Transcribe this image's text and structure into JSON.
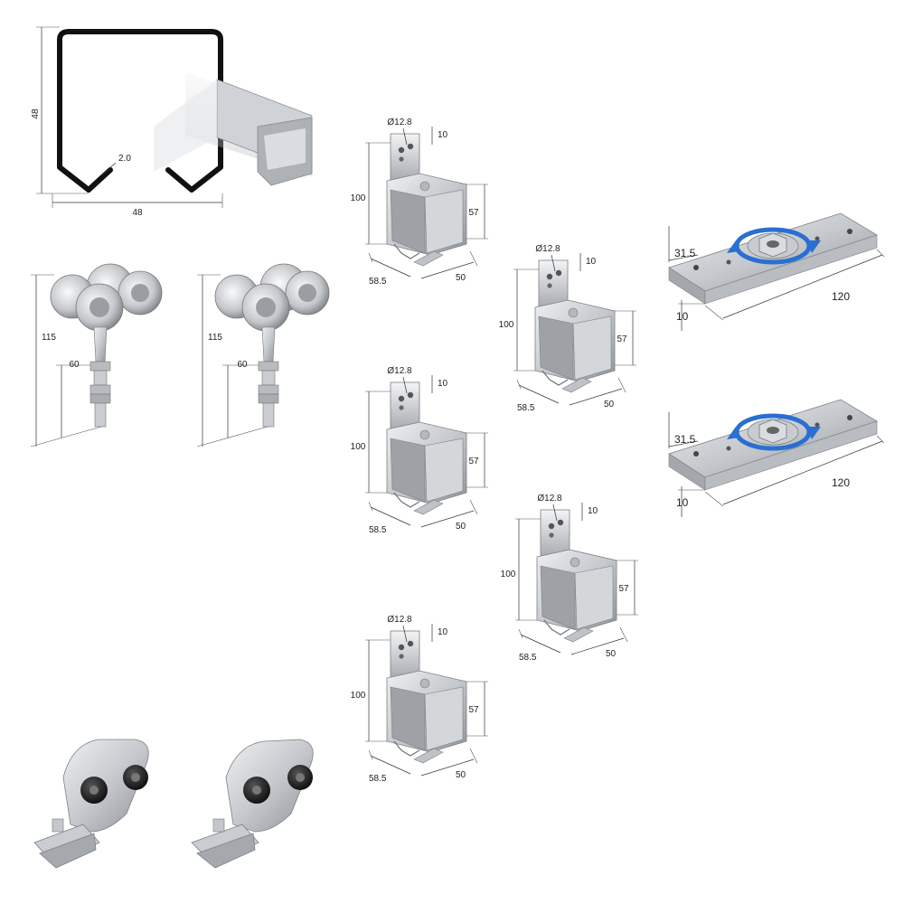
{
  "rail": {
    "height": "48",
    "width": "48",
    "wall": "2.0"
  },
  "trolley_left": {
    "total": "115",
    "bolt": "60"
  },
  "trolley_right": {
    "total": "115",
    "bolt": "60"
  },
  "brackets": [
    {
      "hole": "Ø12.8",
      "edge": "10",
      "height": "100",
      "inner": "57",
      "depth": "58.5",
      "width": "50"
    },
    {
      "hole": "Ø12.8",
      "edge": "10",
      "height": "100",
      "inner": "57",
      "depth": "58.5",
      "width": "50"
    },
    {
      "hole": "Ø12.8",
      "edge": "10",
      "height": "100",
      "inner": "57",
      "depth": "58.5",
      "width": "50"
    },
    {
      "hole": "Ø12.8",
      "edge": "10",
      "height": "100",
      "inner": "57",
      "depth": "58.5",
      "width": "50"
    },
    {
      "hole": "Ø12.8",
      "edge": "10",
      "height": "100",
      "inner": "57",
      "depth": "58.5",
      "width": "50"
    }
  ],
  "plates": [
    {
      "offset": "31.5",
      "length": "120",
      "thickness": "10"
    },
    {
      "offset": "31.5",
      "length": "120",
      "thickness": "10"
    }
  ],
  "colors": {
    "metal": "#c9ccd0",
    "metal_dark": "#8e9297",
    "rubber": "#1b1b1b",
    "arrow": "#2a6fd1"
  }
}
